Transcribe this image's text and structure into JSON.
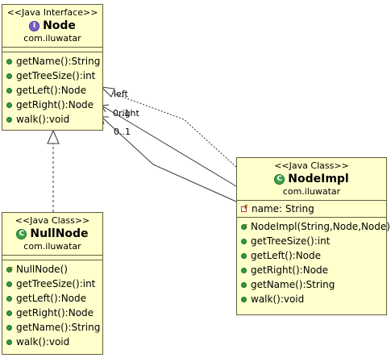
{
  "node": {
    "stereotype": "<<Java Interface>>",
    "icon_letter": "I",
    "name": "Node",
    "package": "com.iluwatar",
    "methods": [
      "getName():String",
      "getTreeSize():int",
      "getLeft():Node",
      "getRight():Node",
      "walk():void"
    ]
  },
  "nullnode": {
    "stereotype": "<<Java Class>>",
    "icon_letter": "C",
    "name": "NullNode",
    "package": "com.iluwatar",
    "constructor": "NullNode()",
    "methods": [
      "getTreeSize():int",
      "getLeft():Node",
      "getRight():Node",
      "getName():String",
      "walk():void"
    ]
  },
  "nodeimpl": {
    "stereotype": "<<Java Class>>",
    "icon_letter": "C",
    "name": "NodeImpl",
    "package": "com.iluwatar",
    "field": "name: String",
    "constructor": "NodeImpl(String,Node,Node)",
    "methods": [
      "getTreeSize():int",
      "getLeft():Node",
      "getRight():Node",
      "getName():String",
      "walk():void"
    ]
  },
  "associations": {
    "left_label": "left",
    "left_mult": "0..1",
    "right_label": "right",
    "right_mult": "0..1"
  },
  "colors": {
    "box_fill": "#ffffcc",
    "box_border": "#5f5f3f",
    "method_dot": "#2f9a3f",
    "interface_icon": "#7b5cc9",
    "class_icon": "#3aa34a"
  }
}
